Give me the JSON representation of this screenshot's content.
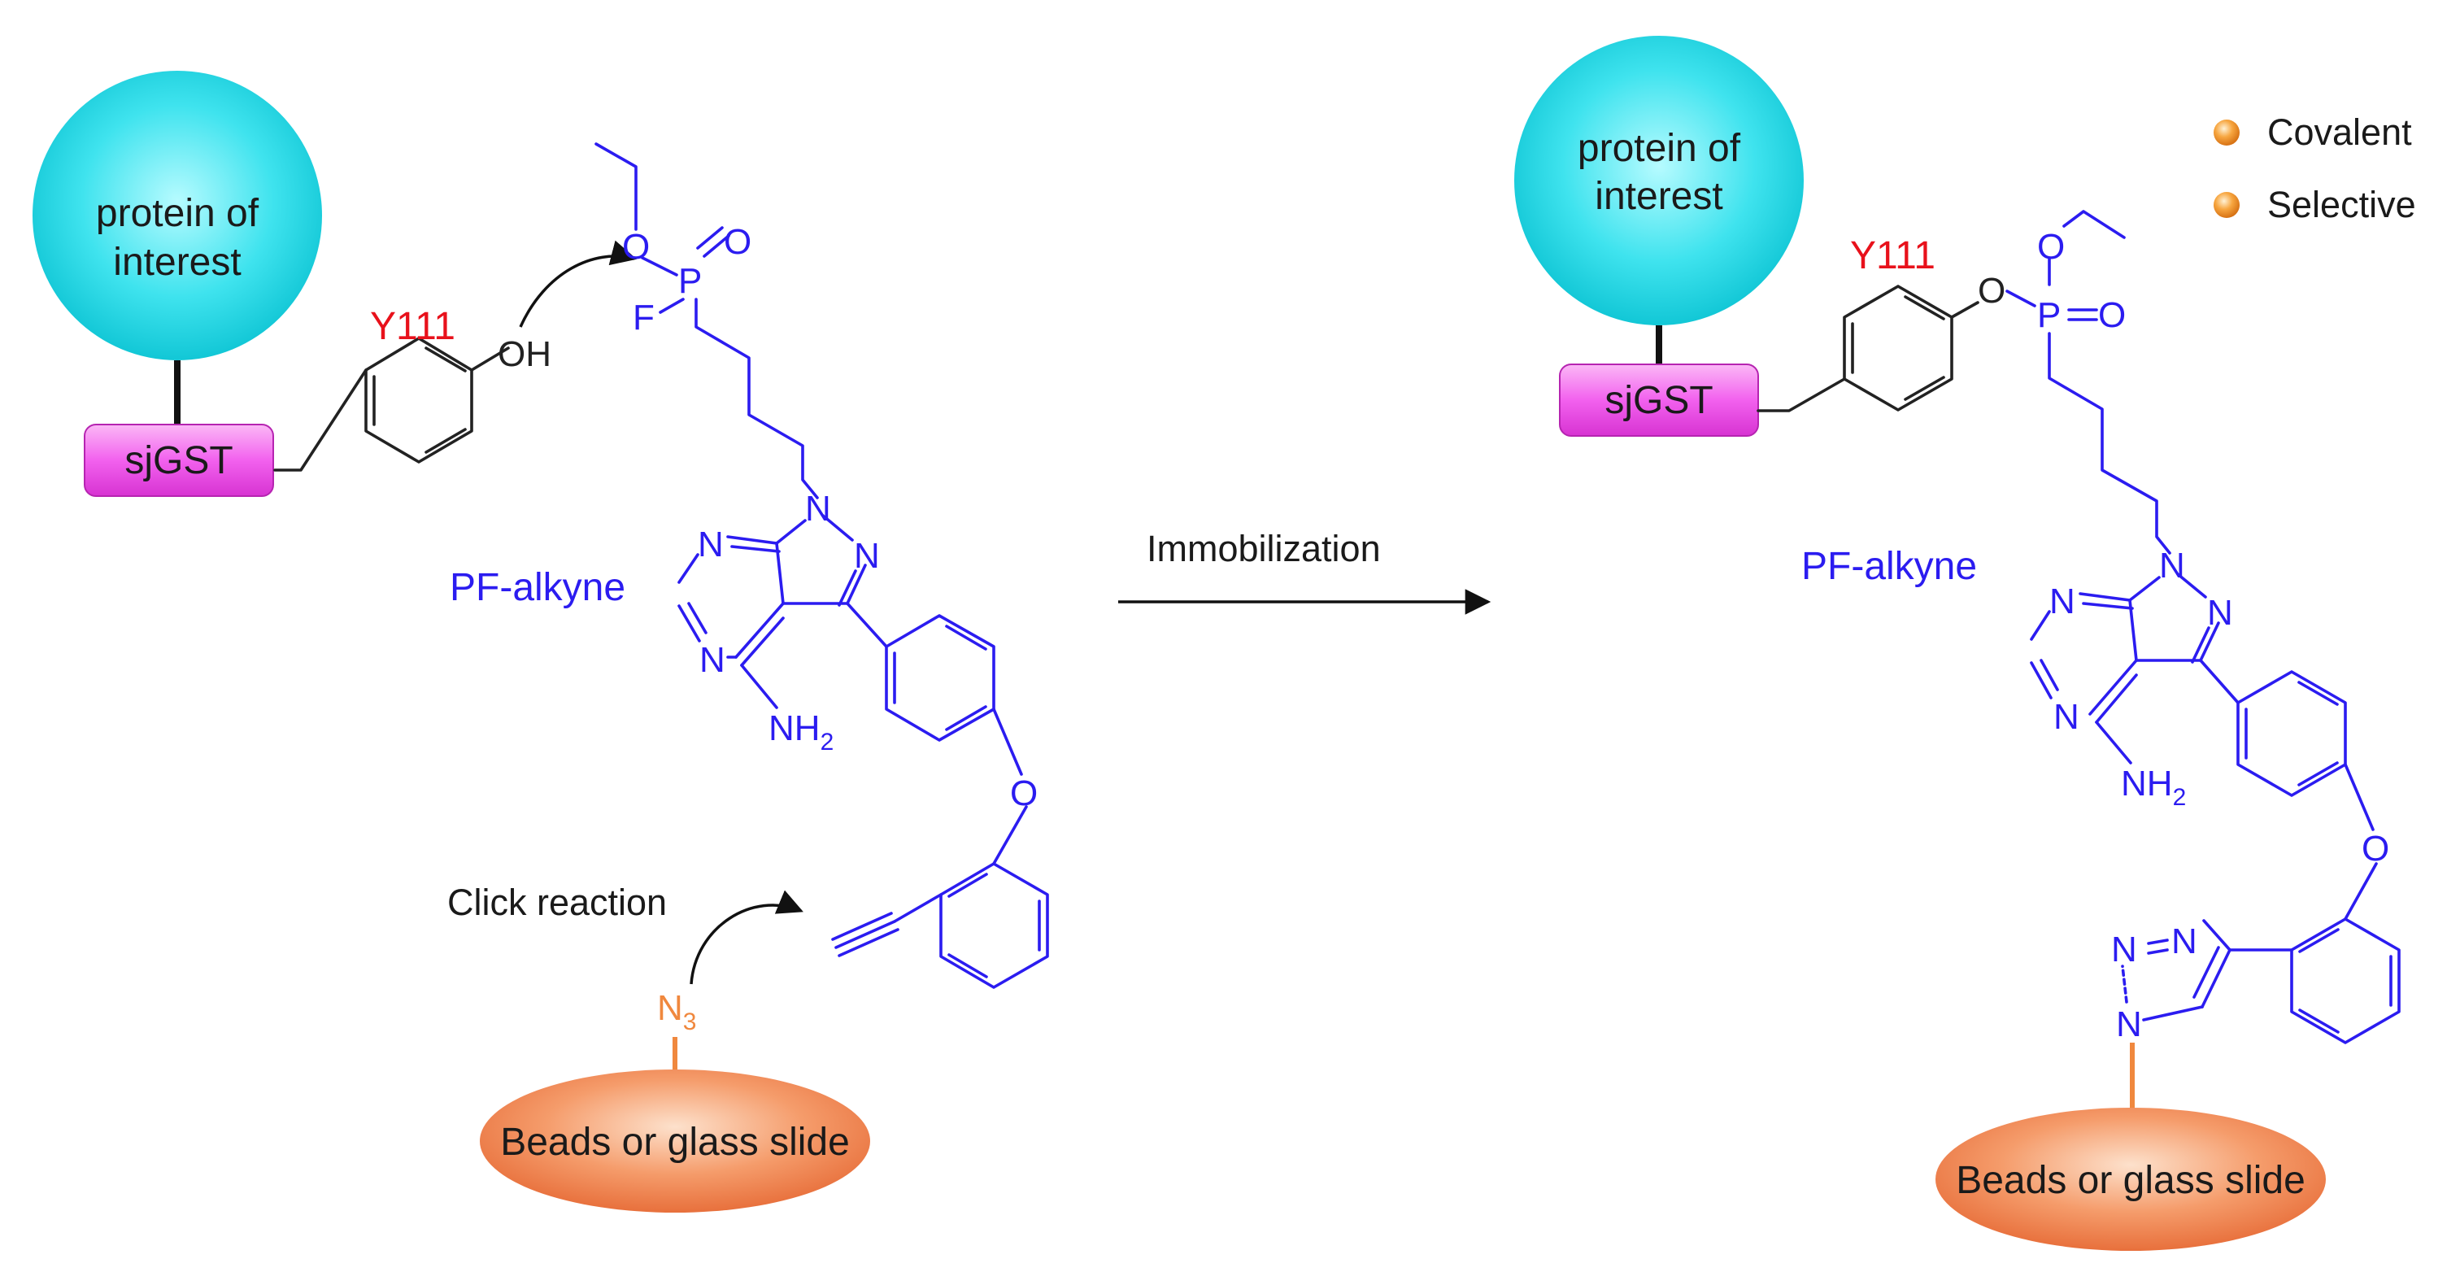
{
  "colors": {
    "molecule": "#2b1cf0",
    "residue": "#e8111b",
    "azide": "#f0883e",
    "protein_fill": "#2ee0ec",
    "tag_fill": "#f35ff0",
    "bead_fill": "#f28c59",
    "text": "#1a1a1a",
    "legend_dot": "#f39a3f"
  },
  "left": {
    "protein": "protein of interest",
    "protein_line1": "protein of",
    "protein_line2": "interest",
    "tag": "sjGST",
    "residue": "Y111",
    "hydroxyl": "OH",
    "probe_name": "PF-alkyne",
    "click_label": "Click reaction",
    "azide": "N",
    "azide_sub": "3",
    "bead": "Beads or glass slide",
    "atoms": {
      "o1": "O",
      "o2": "O",
      "p": "P",
      "f": "F",
      "n1": "N",
      "n2": "N",
      "n3": "N",
      "n4": "N",
      "nh2": "NH",
      "nh2_sub": "2",
      "ether_o": "O"
    }
  },
  "arrow": {
    "label": "Immobilization"
  },
  "right": {
    "protein_line1": "protein of",
    "protein_line2": "interest",
    "tag": "sjGST",
    "residue": "Y111",
    "probe_name": "PF-alkyne",
    "bead": "Beads or glass slide",
    "atoms": {
      "o_link": "O",
      "o_up": "O",
      "p": "P",
      "o_dbl": "O",
      "n1": "N",
      "n2": "N",
      "n3": "N",
      "n4": "N",
      "nh2": "NH",
      "nh2_sub": "2",
      "ether_o": "O",
      "tz1": "N",
      "tz2": "N",
      "tz3": "N"
    }
  },
  "legend": {
    "items": [
      "Covalent",
      "Selective"
    ]
  }
}
